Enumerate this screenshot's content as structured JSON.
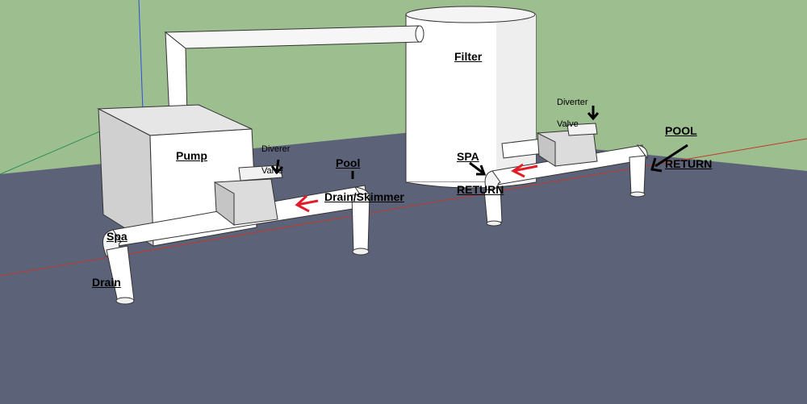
{
  "colors": {
    "sky": "#9dbf8f",
    "ground": "#5c6378",
    "object_fill": "#ffffff",
    "object_shade": "#e4e4e4",
    "object_dark": "#c9c9c9",
    "flow_arrow": "#e11d2a",
    "pointer_arrow": "#000000",
    "axis_red": "#c0392b",
    "axis_green": "#2e8b57",
    "axis_blue": "#2d4de0"
  },
  "labels": {
    "filter": "Filter",
    "pump": "Pump",
    "spa_drain_line1": "Spa",
    "spa_drain_line2": "Drain",
    "pool_drain_line1": "Pool",
    "pool_drain_line2": "Drain/Skimmer",
    "diverter_left_line1": "Diverer",
    "diverter_left_line2": "Valve",
    "diverter_right_line1": "Diverter",
    "diverter_right_line2": "Valve",
    "spa_return_line1": "SPA",
    "spa_return_line2": "RETURN",
    "pool_return_line1": "POOL",
    "pool_return_line2": "RETURN"
  }
}
